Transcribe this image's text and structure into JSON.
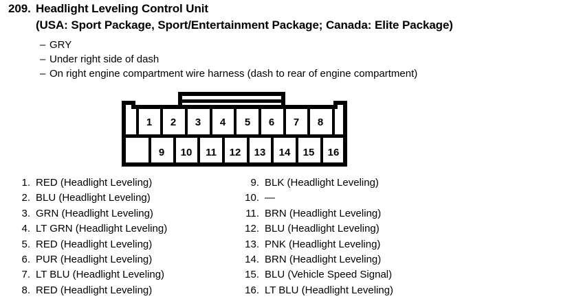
{
  "header": {
    "item_number": "209.",
    "title_line_1": "Headlight Leveling Control Unit",
    "title_line_2": "(USA: Sport Package, Sport/Entertainment Package; Canada: Elite Package)",
    "notes": [
      "GRY",
      "Under right side of dash",
      "On right engine compartment wire harness (dash to rear of engine compartment)"
    ],
    "note_dash": "–"
  },
  "connector": {
    "top_row_pins": [
      "1",
      "2",
      "3",
      "4",
      "5",
      "6",
      "7",
      "8"
    ],
    "bottom_row_pins": [
      "9",
      "10",
      "11",
      "12",
      "13",
      "14",
      "15",
      "16"
    ],
    "outline_color": "#000000",
    "fill_color": "#ffffff"
  },
  "pins": {
    "left_column": [
      {
        "index": "1.",
        "desc": "RED (Headlight Leveling)"
      },
      {
        "index": "2.",
        "desc": "BLU (Headlight Leveling)"
      },
      {
        "index": "3.",
        "desc": "GRN (Headlight Leveling)"
      },
      {
        "index": "4.",
        "desc": "LT GRN (Headlight Leveling)"
      },
      {
        "index": "5.",
        "desc": "RED (Headlight Leveling)"
      },
      {
        "index": "6.",
        "desc": "PUR (Headlight Leveling)"
      },
      {
        "index": "7.",
        "desc": "LT BLU (Headlight Leveling)"
      },
      {
        "index": "8.",
        "desc": "RED (Headlight Leveling)"
      }
    ],
    "right_column": [
      {
        "index": "9.",
        "desc": "BLK (Headlight Leveling)"
      },
      {
        "index": "10.",
        "desc": "—"
      },
      {
        "index": "11.",
        "desc": "BRN (Headlight Leveling)"
      },
      {
        "index": "12.",
        "desc": "BLU (Headlight Leveling)"
      },
      {
        "index": "13.",
        "desc": "PNK (Headlight Leveling)"
      },
      {
        "index": "14.",
        "desc": "BRN (Headlight Leveling)"
      },
      {
        "index": "15.",
        "desc": "BLU (Vehicle Speed Signal)"
      },
      {
        "index": "16.",
        "desc": "LT BLU (Headlight Leveling)"
      }
    ]
  }
}
